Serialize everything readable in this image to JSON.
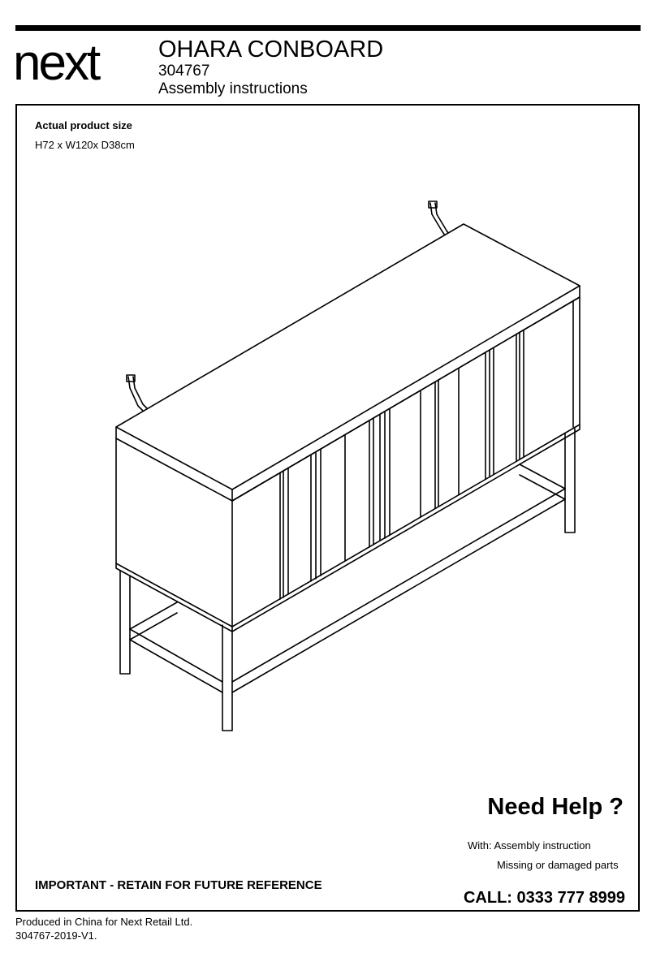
{
  "header": {
    "brand": "next",
    "title": "OHARA CONBOARD",
    "product_code": "304767",
    "subtitle": "Assembly instructions"
  },
  "size": {
    "label": "Actual product size",
    "value": "H72 x W120x D38cm"
  },
  "help": {
    "title": "Need Help ?",
    "with_line": "With:  Assembly instruction",
    "second_line": "Missing or damaged parts",
    "call": "CALL: 0333 777 8999"
  },
  "notice": "IMPORTANT - RETAIN FOR FUTURE REFERENCE",
  "footer": {
    "produced": "Produced in China for Next Retail Ltd.",
    "doc_code": "304767-2019-V1."
  }
}
